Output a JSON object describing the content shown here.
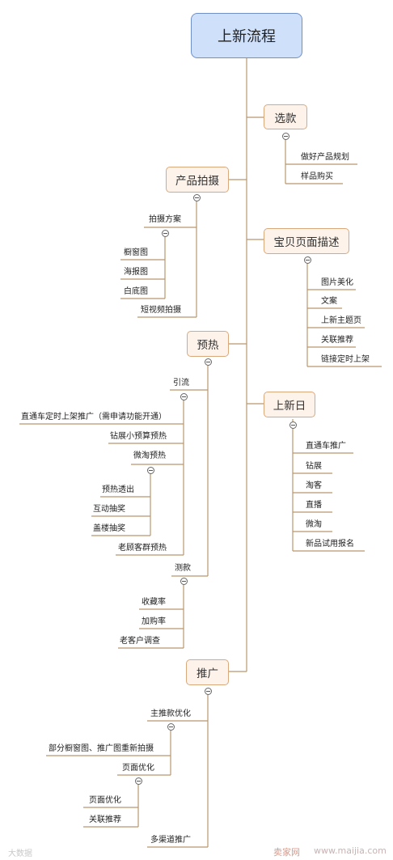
{
  "root": {
    "label": "上新流程"
  },
  "branches": {
    "xuankuan": {
      "label": "选款",
      "items": [
        "做好产品规划",
        "样品购买"
      ]
    },
    "chanpin": {
      "label": "产品拍摄",
      "group": "拍摄方案",
      "group_items": [
        "橱窗图",
        "海报图",
        "白底图"
      ],
      "extra": "短视频拍摄"
    },
    "baobei": {
      "label": "宝贝页面描述",
      "items": [
        "图片美化",
        "文案",
        "上新主题页",
        "关联推荐",
        "链接定时上架"
      ]
    },
    "yure": {
      "label": "预热",
      "yinliu": {
        "label": "引流",
        "items": [
          "直通车定时上架推广（需申请功能开通）",
          "钻展小预算预热",
          "微淘预热"
        ],
        "sub_items": [
          "预热透出",
          "互动抽奖",
          "盖楼抽奖"
        ],
        "extra": "老顾客群预热"
      },
      "cekuan": {
        "label": "测款",
        "items": [
          "收藏率",
          "加购率",
          "老客户调查"
        ]
      }
    },
    "shangxinri": {
      "label": "上新日",
      "items": [
        "直通车推广",
        "钻展",
        "淘客",
        "直播",
        "微淘",
        "新品试用报名"
      ]
    },
    "tuiguang": {
      "label": "推广",
      "zhutui": {
        "label": "主推款优化",
        "items": [
          "部分橱窗图、推广图重新拍摄",
          "页面优化"
        ],
        "sub_items": [
          "页面优化",
          "关联推荐"
        ]
      },
      "extra": "多渠道推广"
    }
  },
  "watermark": {
    "left": "大数据",
    "right_brand": "卖家网",
    "right_url": "www.maijia.com"
  }
}
